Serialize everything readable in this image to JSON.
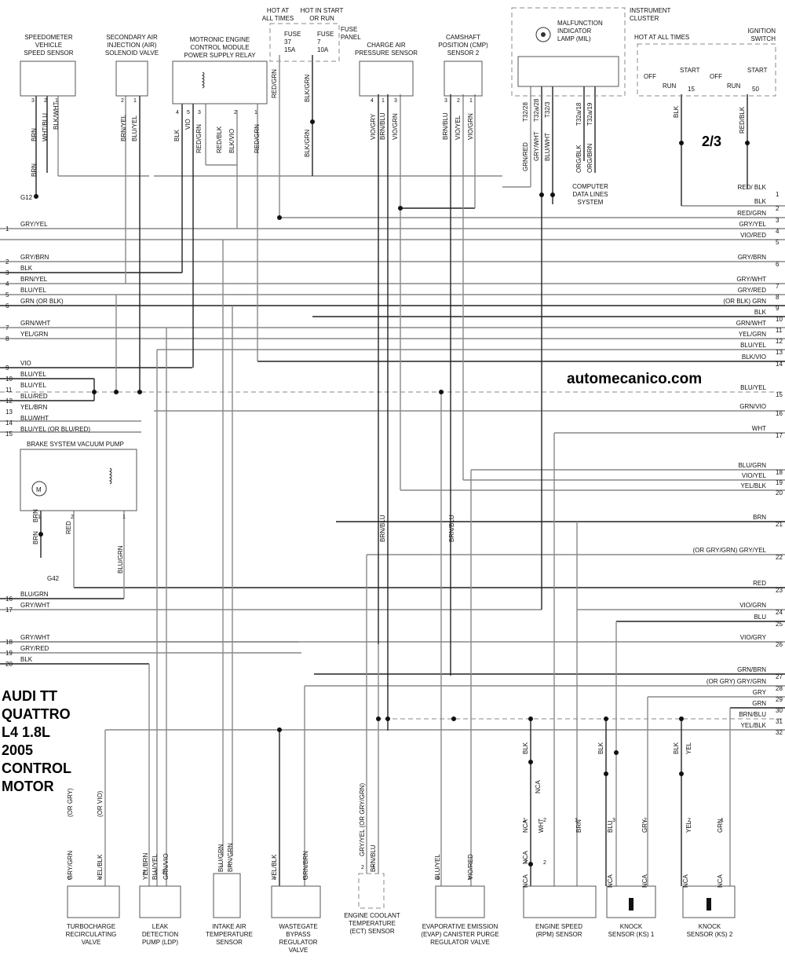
{
  "title_lines": [
    "AUDI TT",
    "QUATTRO",
    "L4 1.8L",
    "2005",
    "CONTROL",
    "MOTOR"
  ],
  "website": "automecanico.com",
  "page_number": "2/3",
  "components": {
    "speed_sensor": [
      "SPEEDOMETER",
      "VEHICLE",
      "SPEED SENSOR"
    ],
    "air_injection": [
      "SECONDARY AIR",
      "INJECTION (AIR)",
      "SOLENOID VALVE"
    ],
    "relay": [
      "MOTRONIC ENGINE",
      "CONTROL MODULE",
      "POWER SUPPLY RELAY"
    ],
    "hot_all": [
      "HOT AT",
      "ALL TIMES"
    ],
    "hot_start": [
      "HOT IN START",
      "OR RUN"
    ],
    "fuse37": [
      "FUSE",
      "37",
      "15A"
    ],
    "fuse7": [
      "FUSE",
      "7",
      "10A"
    ],
    "fuse_panel": [
      "FUSE",
      "PANEL"
    ],
    "charge_air": [
      "CHARGE AIR",
      "PRESSURE SENSOR"
    ],
    "camshaft": [
      "CAMSHAFT",
      "POSITION (CMP)",
      "SENSOR 2"
    ],
    "mil": [
      "MALFUNCTION",
      "INDICATOR",
      "LAMP (MIL)"
    ],
    "cluster": [
      "INSTRUMENT",
      "CLUSTER"
    ],
    "ignition_hot": "HOT AT ALL TIMES",
    "ignition_switch": [
      "IGNITION",
      "SWITCH"
    ],
    "computer_data": [
      "COMPUTER",
      "DATA LINES",
      "SYSTEM"
    ],
    "brake_pump": "BRAKE SYSTEM VACUUM PUMP",
    "turbo": [
      "TURBOCHARGE",
      "RECIRCULATING",
      "VALVE"
    ],
    "leak": [
      "LEAK",
      "DETECTION",
      "PUMP (LDP)"
    ],
    "intake": [
      "INTAKE AIR",
      "TEMPERATURE",
      "SENSOR"
    ],
    "wastegate": [
      "WASTEGATE",
      "BYPASS",
      "REGULATOR",
      "VALVE"
    ],
    "ect": [
      "ENGINE COOLANT",
      "TEMPERATURE",
      "(ECT) SENSOR"
    ],
    "evap": [
      "EVAPORATIVE EMISSION",
      "(EVAP) CANISTER PURGE",
      "REGULATOR VALVE"
    ],
    "rpm": [
      "ENGINE SPEED",
      "(RPM) SENSOR"
    ],
    "ks1": [
      "KNOCK",
      "SENSOR (KS) 1"
    ],
    "ks2": [
      "KNOCK",
      "SENSOR (KS) 2"
    ]
  },
  "ignition_labels": {
    "off": "OFF",
    "run": "RUN",
    "start": "START",
    "t15": "15",
    "t50": "50"
  },
  "grounds": {
    "g12": "G12",
    "g42": "G42"
  },
  "ecm_pins": {
    "t28": "T32/28",
    "t28a": "T32a/28",
    "t3": "T32/3",
    "t18": "T32a/18",
    "t19": "T32a/19"
  },
  "left_wires": [
    "GRY/YEL",
    "GRY/BRN",
    "BLK",
    "BRN/YEL",
    "BLU/YEL",
    "GRN   (OR BLK)",
    "GRN/WHT",
    "YEL/GRN",
    "VIO",
    "BLU/YEL",
    "BLU/YEL",
    "BLU/RED",
    "YEL/BRN",
    "BLU/WHT",
    "BLU/YEL (OR BLU/RED)",
    "BLU/GRN",
    "GRY/WHT",
    "GRY/WHT",
    "GRY/RED",
    "BLK"
  ],
  "left_nums": [
    "1",
    "2",
    "3",
    "4",
    "5",
    "6",
    "7",
    "8",
    "9",
    "10",
    "11",
    "12",
    "13",
    "14",
    "15",
    "16",
    "17",
    "18",
    "19",
    "20"
  ],
  "right_wires": [
    "RED/ BLK",
    "BLK",
    "RED/GRN",
    "GRY/YEL",
    "VIO/RED",
    "GRY/BRN",
    "GRY/WHT",
    "GRY/RED",
    "(OR BLK)   GRN",
    "BLK",
    "GRN/WHT",
    "YEL/GRN",
    "BLU/YEL",
    "BLK/VIO",
    "BLU/YEL",
    "GRN/VIO",
    "WHT",
    "BLU/GRN",
    "VIO/YEL",
    "YEL/BLK",
    "BRN",
    "(OR GRY/GRN) GRY/YEL",
    "RED",
    "VIO/GRN",
    "BLU",
    "VIO/GRY",
    "GRN/BRN",
    "(OR GRY)   GRY/GRN",
    "GRY",
    "GRN",
    "BRN/BLU",
    "YEL/BLK"
  ],
  "right_nums": [
    "1",
    "2",
    "3",
    "4",
    "5",
    "6",
    "7",
    "8",
    "9",
    "10",
    "11",
    "12",
    "13",
    "14",
    "15",
    "16",
    "17",
    "18",
    "19",
    "20",
    "21",
    "22",
    "23",
    "24",
    "25",
    "26",
    "27",
    "28",
    "29",
    "30",
    "31",
    "32"
  ],
  "vertical_labels": [
    "BRN",
    "WHT/BLU",
    "BLK/WHT",
    "BRN",
    "BRN/YEL",
    "BLU/YEL",
    "BLK",
    "VIO",
    "RED/GRN",
    "RED/GRN",
    "RED/BLK",
    "BLK/VIO",
    "RED/GRN",
    "BLK/GRN",
    "BLK/GRN",
    "VIO/GRY",
    "BRN/BLU",
    "VIO/GRN",
    "BRN/BLU",
    "VIO/YEL",
    "VIO/GRN",
    "GRN/RED",
    "GRY/WHT",
    "BLU/WHT",
    "ORG/BLK",
    "ORG/BRN",
    "BLK",
    "RED/BLK",
    "RED",
    "BLU/GRN",
    "BRN",
    "BRN",
    "BRN/BLU",
    "BRN/BLU",
    "GRY/GRN",
    "(OR GRY)",
    "YEL/BLK",
    "(OR VIO)",
    "YEL/BRN",
    "BLU/YEL",
    "GRN/VIO",
    "BLU/GRN",
    "BRN/GRN",
    "YEL/BLK",
    "GRN/BRN",
    "GRY/YEL (OR GRY/GRN)",
    "BRN/BLU",
    "BLU/YEL",
    "VIO/RED",
    "BLK",
    "NCA",
    "NCA",
    "WHT",
    "BRN",
    "NCA",
    "BLK",
    "BLU",
    "GRY",
    "NCA",
    "BLK",
    "YEL",
    "YEL",
    "GRN",
    "NCA",
    "NCA",
    "NCA",
    "NCA"
  ],
  "pin_labels": [
    "3",
    "2",
    "1",
    "2",
    "1",
    "4",
    "5",
    "3",
    "2",
    "1",
    "4",
    "1",
    "3",
    "3",
    "2",
    "1",
    "1",
    "2",
    "1",
    "5",
    "2",
    "2",
    "1",
    "3",
    "2",
    "1",
    "1",
    "2",
    "2",
    "1",
    "3",
    "4",
    "1",
    "2",
    "1",
    "3",
    "2",
    "2",
    "1",
    "2",
    "1"
  ]
}
